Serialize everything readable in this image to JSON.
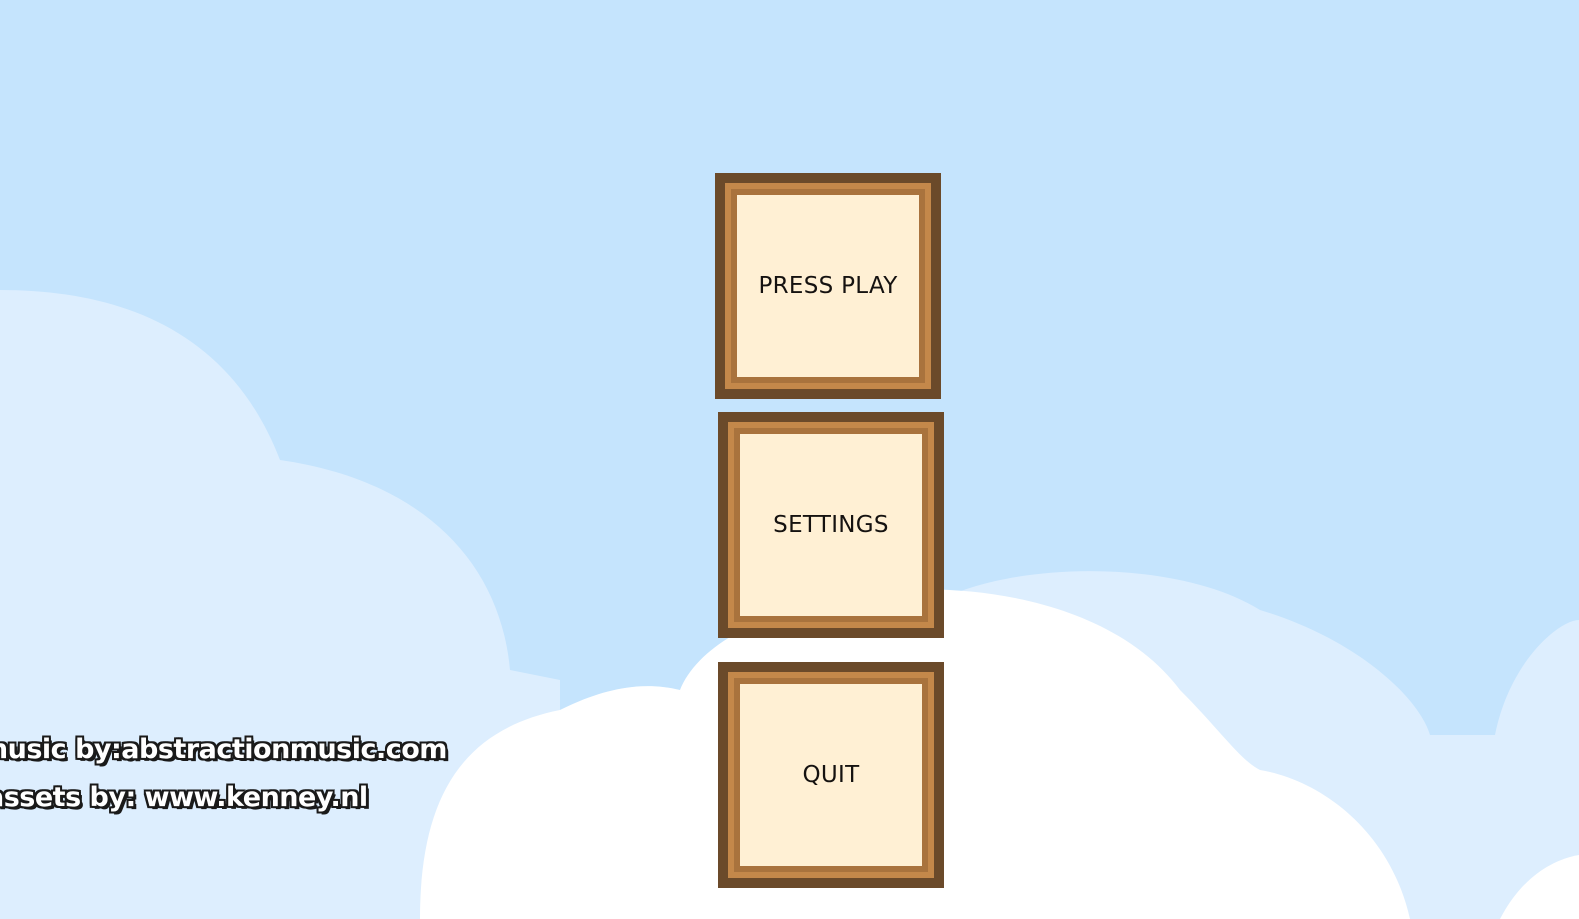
{
  "colors": {
    "sky": "#c5e4fd",
    "cloud_back": "#ddeefe",
    "cloud_front": "#ffffff",
    "button_outline": "#6b4a2a",
    "button_frame": "#c4884a",
    "button_face": "#fff0d4"
  },
  "menu": {
    "play_label": "PRESS PLAY",
    "settings_label": "SETTINGS",
    "quit_label": "QUIT"
  },
  "credits": {
    "music": "music by:abstractionmusic.com",
    "assets": "assets by: www.kenney.nl"
  }
}
